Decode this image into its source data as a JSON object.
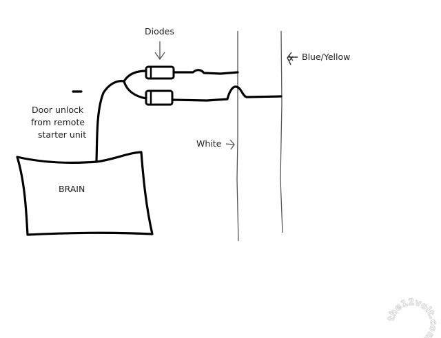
{
  "labels": {
    "diodes": "Diodes",
    "door_unlock_line1": "Door unlock",
    "door_unlock_line2": "from remote",
    "door_unlock_line3": "starter unit",
    "brain": "BRAIN",
    "white": "White",
    "blue_yellow": "Blue/Yellow"
  },
  "watermark": "the12volt.com"
}
